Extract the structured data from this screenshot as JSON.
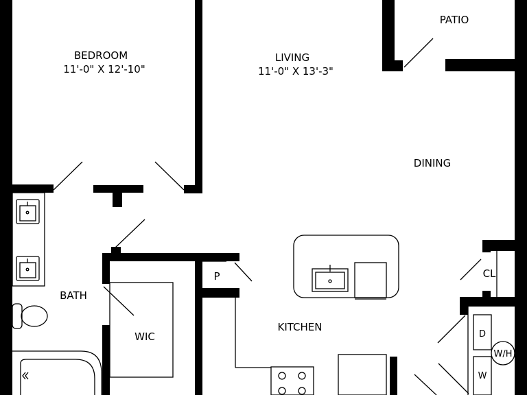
{
  "rooms": {
    "bedroom": {
      "name": "BEDROOM",
      "dims": "11'-0\" X 12'-10\""
    },
    "living": {
      "name": "LIVING",
      "dims": "11'-0\" X 13'-3\""
    },
    "patio": {
      "name": "PATIO"
    },
    "dining": {
      "name": "DINING"
    },
    "bath": {
      "name": "BATH"
    },
    "wic": {
      "name": "WIC"
    },
    "kitchen": {
      "name": "KITCHEN"
    },
    "pantry": {
      "name": "P"
    },
    "closet": {
      "name": "CL"
    },
    "dryer": {
      "name": "D"
    },
    "water_heater": {
      "name": "W/H"
    },
    "washer": {
      "name": "W"
    }
  },
  "colors": {
    "wall": "#000000",
    "background": "#ffffff"
  }
}
